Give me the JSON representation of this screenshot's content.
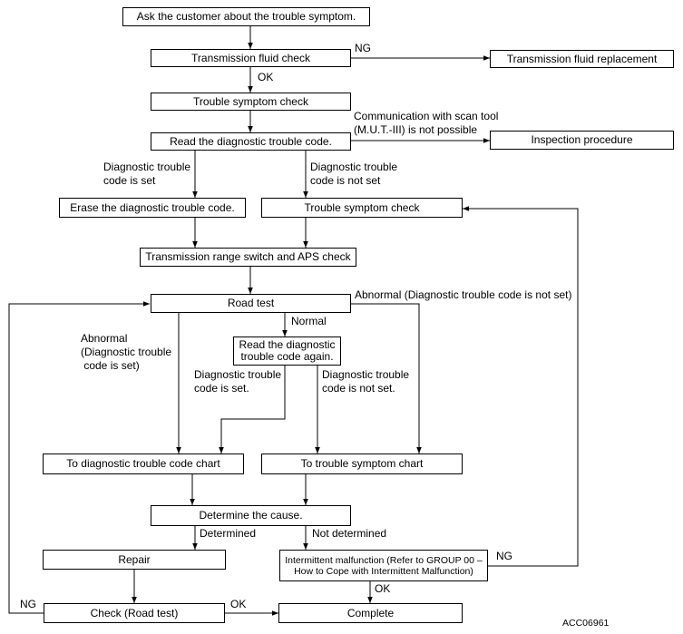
{
  "nodes": {
    "ask": "Ask the customer about the trouble symptom.",
    "fluid_check": "Transmission fluid check",
    "fluid_replace": "Transmission fluid replacement",
    "symptom_check_1": "Trouble symptom check",
    "read_dtc": "Read the diagnostic trouble code.",
    "inspection": "Inspection procedure",
    "erase_dtc": "Erase the diagnostic trouble code.",
    "symptom_check_2": "Trouble symptom check",
    "range_switch": "Transmission range switch and APS check",
    "road_test": "Road test",
    "read_again": "Read the diagnostic\ntrouble code again.",
    "to_dtc_chart": "To diagnostic trouble code chart",
    "to_symptom_chart": "To trouble symptom chart",
    "determine_cause": "Determine the cause.",
    "repair": "Repair",
    "intermittent": "Intermittent malfunction (Refer to GROUP 00 –\nHow to Cope with Intermittent Malfunction)",
    "check_road_test": "Check (Road test)",
    "complete": "Complete"
  },
  "labels": {
    "ng_fluid": "NG",
    "ok_fluid": "OK",
    "comm_fail": "Communication with scan tool\n(M.U.T.-III) is not possible",
    "dtc_set": "Diagnostic trouble\ncode is set",
    "dtc_not_set": "Diagnostic trouble\ncode is not set",
    "abnormal_not_set": "Abnormal (Diagnostic trouble code is not set)",
    "normal": "Normal",
    "abnormal_set": "Abnormal\n(Diagnostic trouble\n code is set)",
    "again_set": "Diagnostic trouble\ncode is set.",
    "again_not_set": "Diagnostic trouble\ncode is not set.",
    "determined": "Determined",
    "not_determined": "Not determined",
    "ng_intermittent": "NG",
    "ok_intermittent": "OK",
    "ng_check": "NG",
    "ok_check": "OK"
  },
  "ref_code": "ACC06961"
}
